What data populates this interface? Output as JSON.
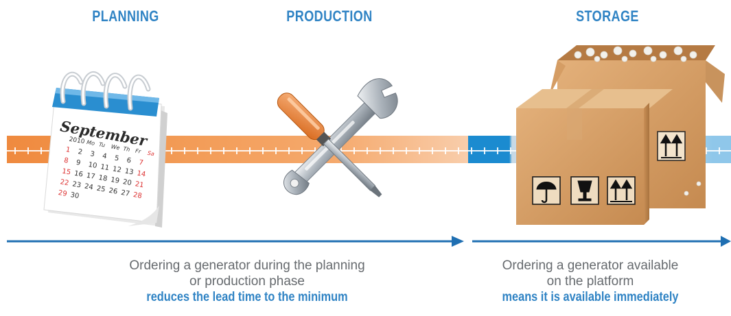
{
  "stages": {
    "planning": "PLANNING",
    "production": "PRODUCTION",
    "storage": "STORAGE"
  },
  "calendar": {
    "month": "September",
    "year": "2010",
    "days": [
      "Mo",
      "Tu",
      "We",
      "Th",
      "Fr",
      "Sa"
    ]
  },
  "captions": {
    "left": {
      "line1": "Ordering a generator during the planning",
      "line2": "or production phase",
      "emphasis": "reduces the lead time to the minimum"
    },
    "right": {
      "line1": "Ordering a generator available",
      "line2": "on the platform",
      "emphasis": "means it is available immediately"
    }
  },
  "colors": {
    "accent_blue": "#2f83c4",
    "orange": "#ef8a3f",
    "arrow": "#1f6fb2",
    "text_grey": "#666a6e"
  },
  "icons": [
    "calendar-icon",
    "tools-icon",
    "boxes-icon",
    "umbrella-symbol-icon",
    "fragile-glass-icon",
    "this-way-up-icon"
  ]
}
